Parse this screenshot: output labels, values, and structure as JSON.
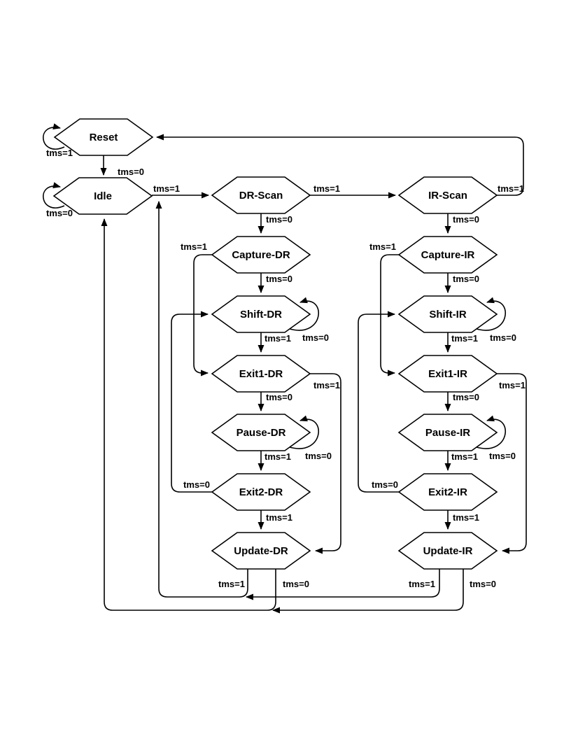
{
  "diagram": {
    "kind": "state-machine",
    "colors": {
      "line": "#000000",
      "background": "#ffffff",
      "state_fill": "#ffffff",
      "text": "#000000"
    },
    "states": [
      {
        "id": "reset",
        "label": "Reset"
      },
      {
        "id": "idle",
        "label": "Idle"
      },
      {
        "id": "dr-scan",
        "label": "DR-Scan"
      },
      {
        "id": "ir-scan",
        "label": "IR-Scan"
      },
      {
        "id": "capture-dr",
        "label": "Capture-DR"
      },
      {
        "id": "shift-dr",
        "label": "Shift-DR"
      },
      {
        "id": "exit1-dr",
        "label": "Exit1-DR"
      },
      {
        "id": "pause-dr",
        "label": "Pause-DR"
      },
      {
        "id": "exit2-dr",
        "label": "Exit2-DR"
      },
      {
        "id": "update-dr",
        "label": "Update-DR"
      },
      {
        "id": "capture-ir",
        "label": "Capture-IR"
      },
      {
        "id": "shift-ir",
        "label": "Shift-IR"
      },
      {
        "id": "exit1-ir",
        "label": "Exit1-IR"
      },
      {
        "id": "pause-ir",
        "label": "Pause-IR"
      },
      {
        "id": "exit2-ir",
        "label": "Exit2-IR"
      },
      {
        "id": "update-ir",
        "label": "Update-IR"
      }
    ],
    "transitions": [
      {
        "from": "reset",
        "to": "reset",
        "label": "tms=1"
      },
      {
        "from": "reset",
        "to": "idle",
        "label": "tms=0"
      },
      {
        "from": "idle",
        "to": "idle",
        "label": "tms=0"
      },
      {
        "from": "idle",
        "to": "dr-scan",
        "label": "tms=1"
      },
      {
        "from": "dr-scan",
        "to": "ir-scan",
        "label": "tms=1"
      },
      {
        "from": "ir-scan",
        "to": "reset",
        "label": "tms=1"
      },
      {
        "from": "dr-scan",
        "to": "capture-dr",
        "label": "tms=0"
      },
      {
        "from": "ir-scan",
        "to": "capture-ir",
        "label": "tms=0"
      },
      {
        "from": "capture-dr",
        "to": "shift-dr",
        "label": "tms=0"
      },
      {
        "from": "capture-ir",
        "to": "shift-ir",
        "label": "tms=0"
      },
      {
        "from": "capture-dr",
        "to": "exit1-dr",
        "label": "tms=1"
      },
      {
        "from": "capture-ir",
        "to": "exit1-ir",
        "label": "tms=1"
      },
      {
        "from": "shift-dr",
        "to": "shift-dr",
        "label": "tms=0"
      },
      {
        "from": "shift-ir",
        "to": "shift-ir",
        "label": "tms=0"
      },
      {
        "from": "shift-dr",
        "to": "exit1-dr",
        "label": "tms=1"
      },
      {
        "from": "shift-ir",
        "to": "exit1-ir",
        "label": "tms=1"
      },
      {
        "from": "exit1-dr",
        "to": "pause-dr",
        "label": "tms=0"
      },
      {
        "from": "exit1-ir",
        "to": "pause-ir",
        "label": "tms=0"
      },
      {
        "from": "exit1-dr",
        "to": "update-dr",
        "label": "tms=1"
      },
      {
        "from": "exit1-ir",
        "to": "update-ir",
        "label": "tms=1"
      },
      {
        "from": "pause-dr",
        "to": "pause-dr",
        "label": "tms=0"
      },
      {
        "from": "pause-ir",
        "to": "pause-ir",
        "label": "tms=0"
      },
      {
        "from": "pause-dr",
        "to": "exit2-dr",
        "label": "tms=1"
      },
      {
        "from": "pause-ir",
        "to": "exit2-ir",
        "label": "tms=1"
      },
      {
        "from": "exit2-dr",
        "to": "shift-dr",
        "label": "tms=0"
      },
      {
        "from": "exit2-ir",
        "to": "shift-ir",
        "label": "tms=0"
      },
      {
        "from": "exit2-dr",
        "to": "update-dr",
        "label": "tms=1"
      },
      {
        "from": "exit2-ir",
        "to": "update-ir",
        "label": "tms=1"
      },
      {
        "from": "update-dr",
        "to": "dr-scan",
        "label": "tms=1"
      },
      {
        "from": "update-ir",
        "to": "dr-scan",
        "label": "tms=1"
      },
      {
        "from": "update-dr",
        "to": "idle",
        "label": "tms=0"
      },
      {
        "from": "update-ir",
        "to": "idle",
        "label": "tms=0"
      }
    ]
  }
}
